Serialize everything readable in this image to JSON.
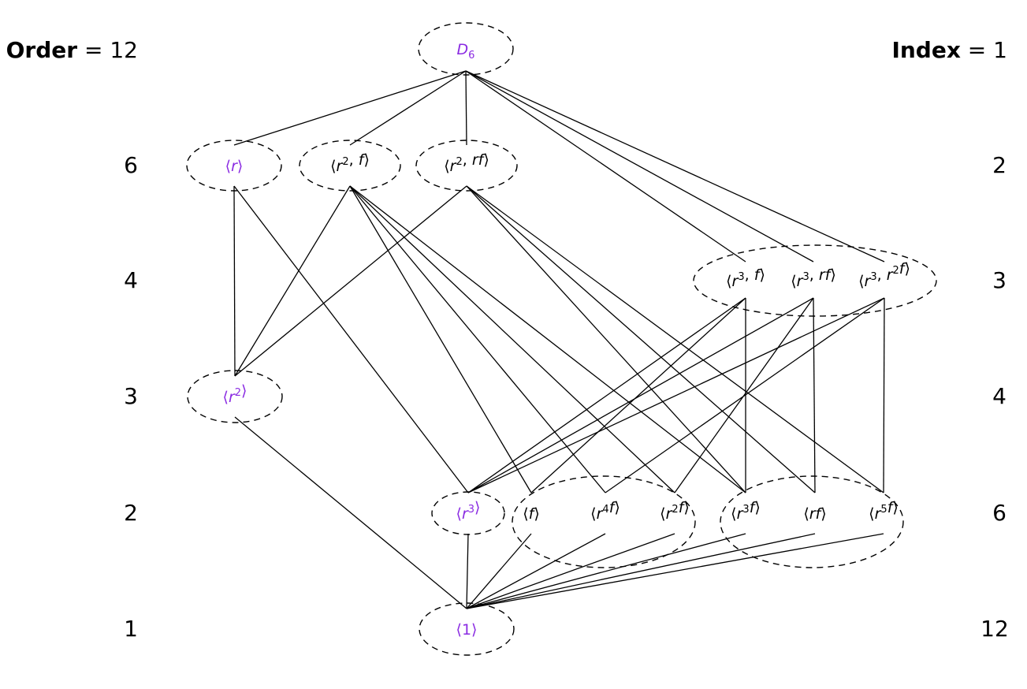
{
  "left_axis": {
    "header_word": "Order",
    "header_eq": "=",
    "labels": [
      "12",
      "6",
      "4",
      "3",
      "2",
      "1"
    ]
  },
  "right_axis": {
    "header_word": "Index",
    "header_eq": "=",
    "labels": [
      "1",
      "2",
      "3",
      "4",
      "6",
      "12"
    ]
  },
  "nodes": [
    {
      "id": "D6",
      "color": "purple",
      "parts": [
        [
          "D",
          "i"
        ],
        [
          "6",
          "sub"
        ]
      ]
    },
    {
      "id": "r",
      "color": "purple",
      "parts": [
        [
          "⟨",
          ""
        ],
        [
          "r",
          "i"
        ],
        [
          "⟩",
          ""
        ]
      ]
    },
    {
      "id": "r2f",
      "color": "black",
      "parts": [
        [
          "⟨",
          ""
        ],
        [
          "r",
          "i"
        ],
        [
          "2",
          "sup"
        ],
        [
          ", ",
          ""
        ],
        [
          "f",
          "i"
        ],
        [
          "⟩",
          ""
        ]
      ]
    },
    {
      "id": "r2rf",
      "color": "black",
      "parts": [
        [
          "⟨",
          ""
        ],
        [
          "r",
          "i"
        ],
        [
          "2",
          "sup"
        ],
        [
          ", ",
          ""
        ],
        [
          "rf",
          "i"
        ],
        [
          "⟩",
          ""
        ]
      ]
    },
    {
      "id": "r3f",
      "color": "black",
      "parts": [
        [
          "⟨",
          ""
        ],
        [
          "r",
          "i"
        ],
        [
          "3",
          "sup"
        ],
        [
          ", ",
          ""
        ],
        [
          "f",
          "i"
        ],
        [
          "⟩",
          ""
        ]
      ]
    },
    {
      "id": "r3rf",
      "color": "black",
      "parts": [
        [
          "⟨",
          ""
        ],
        [
          "r",
          "i"
        ],
        [
          "3",
          "sup"
        ],
        [
          ", ",
          ""
        ],
        [
          "rf",
          "i"
        ],
        [
          "⟩",
          ""
        ]
      ]
    },
    {
      "id": "r3r2f",
      "color": "black",
      "parts": [
        [
          "⟨",
          ""
        ],
        [
          "r",
          "i"
        ],
        [
          "3",
          "sup"
        ],
        [
          ", ",
          ""
        ],
        [
          "r",
          "i"
        ],
        [
          "2",
          "sup"
        ],
        [
          "f",
          "i"
        ],
        [
          "⟩",
          ""
        ]
      ]
    },
    {
      "id": "r2",
      "color": "purple",
      "parts": [
        [
          "⟨",
          ""
        ],
        [
          "r",
          "i"
        ],
        [
          "2",
          "sup"
        ],
        [
          "⟩",
          ""
        ]
      ]
    },
    {
      "id": "r3",
      "color": "purple",
      "parts": [
        [
          "⟨",
          ""
        ],
        [
          "r",
          "i"
        ],
        [
          "3",
          "sup"
        ],
        [
          "⟩",
          ""
        ]
      ]
    },
    {
      "id": "f",
      "color": "black",
      "parts": [
        [
          "⟨",
          ""
        ],
        [
          "f",
          "i"
        ],
        [
          "⟩",
          ""
        ]
      ]
    },
    {
      "id": "r4f",
      "color": "black",
      "parts": [
        [
          "⟨",
          ""
        ],
        [
          "r",
          "i"
        ],
        [
          "4",
          "sup"
        ],
        [
          "f",
          "i"
        ],
        [
          "⟩",
          ""
        ]
      ]
    },
    {
      "id": "r2f_el",
      "color": "black",
      "parts": [
        [
          "⟨",
          ""
        ],
        [
          "r",
          "i"
        ],
        [
          "2",
          "sup"
        ],
        [
          "f",
          "i"
        ],
        [
          "⟩",
          ""
        ]
      ]
    },
    {
      "id": "r3f_el",
      "color": "black",
      "parts": [
        [
          "⟨",
          ""
        ],
        [
          "r",
          "i"
        ],
        [
          "3",
          "sup"
        ],
        [
          "f",
          "i"
        ],
        [
          "⟩",
          ""
        ]
      ]
    },
    {
      "id": "rf",
      "color": "black",
      "parts": [
        [
          "⟨",
          ""
        ],
        [
          "rf",
          "i"
        ],
        [
          "⟩",
          ""
        ]
      ]
    },
    {
      "id": "r5f",
      "color": "black",
      "parts": [
        [
          "⟨",
          ""
        ],
        [
          "r",
          "i"
        ],
        [
          "5",
          "sup"
        ],
        [
          "f",
          "i"
        ],
        [
          "⟩",
          ""
        ]
      ]
    },
    {
      "id": "one",
      "color": "purple",
      "parts": [
        [
          "⟨1⟩",
          ""
        ]
      ]
    }
  ],
  "edges": [
    [
      "D6",
      "r"
    ],
    [
      "D6",
      "r2f"
    ],
    [
      "D6",
      "r2rf"
    ],
    [
      "D6",
      "r3f"
    ],
    [
      "D6",
      "r3rf"
    ],
    [
      "D6",
      "r3r2f"
    ],
    [
      "r",
      "r2"
    ],
    [
      "r",
      "r3"
    ],
    [
      "r2f",
      "r2"
    ],
    [
      "r2rf",
      "r2"
    ],
    [
      "r2f",
      "f"
    ],
    [
      "r2f",
      "r4f"
    ],
    [
      "r2f",
      "r2f_el"
    ],
    [
      "r2f",
      "r3f_el"
    ],
    [
      "r2rf",
      "r3f_el"
    ],
    [
      "r2rf",
      "rf"
    ],
    [
      "r2rf",
      "r5f"
    ],
    [
      "r3f",
      "r3"
    ],
    [
      "r3f",
      "f"
    ],
    [
      "r3f",
      "r3f_el"
    ],
    [
      "r3rf",
      "r3"
    ],
    [
      "r3rf",
      "r2f_el"
    ],
    [
      "r3rf",
      "rf"
    ],
    [
      "r3r2f",
      "r3"
    ],
    [
      "r3r2f",
      "r4f"
    ],
    [
      "r3r2f",
      "r5f"
    ],
    [
      "r2",
      "one"
    ],
    [
      "r3",
      "one"
    ],
    [
      "f",
      "one"
    ],
    [
      "r4f",
      "one"
    ],
    [
      "r2f_el",
      "one"
    ],
    [
      "r3f_el",
      "one"
    ],
    [
      "rf",
      "one"
    ],
    [
      "r5f",
      "one"
    ]
  ],
  "colors": {
    "purple": "#8a2be2",
    "black": "#000000",
    "line": "#000000"
  }
}
